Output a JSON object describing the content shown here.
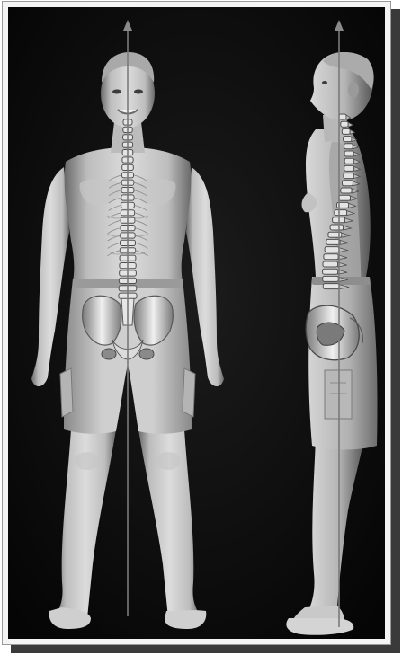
{
  "image": {
    "kind": "anatomical-illustration",
    "views": [
      "front-view",
      "side-view"
    ],
    "colors": {
      "background": "#0b0b0b",
      "frame": "#f4f4f4",
      "print_shadow": "#3a3a3a",
      "skin_light": "#d9d9d9",
      "skin_mid": "#a8a8a8",
      "skin_dark": "#5e5e5e",
      "shorts": "#c9c9c9",
      "bone": "#ededed",
      "bone_shadow": "#6e6e6e",
      "plumb_line": "#7a7a7a"
    },
    "icons": [
      "plumb-line-arrow-icon"
    ]
  }
}
